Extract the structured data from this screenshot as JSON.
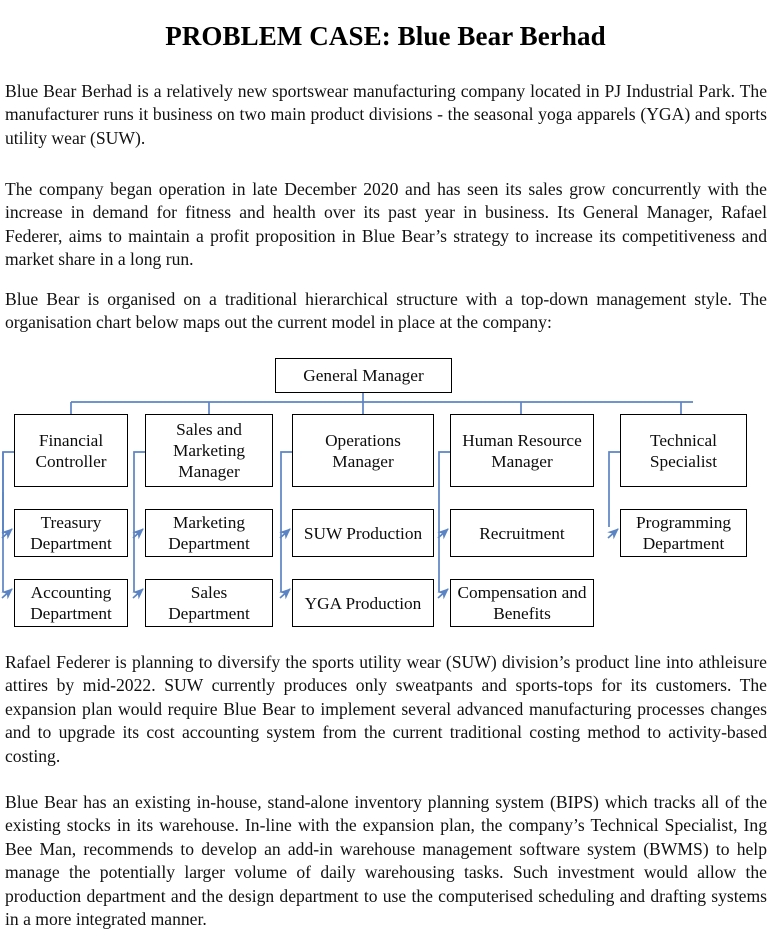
{
  "document": {
    "title": "PROBLEM CASE: Blue Bear Berhad",
    "paragraphs": {
      "p1": "Blue Bear Berhad is a relatively new sportswear manufacturing company located in PJ Industrial Park. The manufacturer runs it business on two main product divisions - the seasonal yoga apparels (YGA) and sports utility wear (SUW).",
      "p2": "The company began operation in late December 2020 and has seen its sales grow concurrently with the increase in demand for fitness and health over its past year in business. Its General Manager, Rafael Federer, aims to maintain a profit proposition in Blue Bear’s strategy to increase its competitiveness and market share in a long run.",
      "p3": "Blue Bear is organised on a traditional hierarchical structure with a top-down management style. The organisation chart below maps out the current model in place at the company:",
      "p4": "Rafael Federer is planning to diversify the sports utility wear (SUW) division’s product line into athleisure attires by mid-2022. SUW currently produces only sweatpants and sports-tops for its customers. The expansion plan would require Blue Bear to implement several advanced manufacturing processes changes and to upgrade its cost accounting system from the current traditional costing method to activity-based costing.",
      "p5": "Blue Bear has an existing in-house, stand-alone inventory planning system (BIPS) which tracks all of the existing stocks in its warehouse. In-line with the expansion plan, the company’s Technical Specialist, Ing Bee Man, recommends to develop an add-in warehouse management software system (BWMS) to help manage the potentially larger volume of daily warehousing tasks. Such investment would allow the production department and the design department to use the computerised scheduling and drafting systems in a more integrated manner."
    }
  },
  "org_chart": {
    "connector_color": "#5B84C4",
    "box_border_color": "#000000",
    "root": {
      "label": "General Manager"
    },
    "managers": [
      {
        "id": "financial-controller",
        "label": "Financial Controller"
      },
      {
        "id": "sales-marketing-manager",
        "label": "Sales and Marketing Manager"
      },
      {
        "id": "operations-manager",
        "label": "Operations Manager"
      },
      {
        "id": "human-resource-manager",
        "label": "Human Resource Manager"
      },
      {
        "id": "technical-specialist",
        "label": "Technical Specialist"
      }
    ],
    "departments": {
      "financial_controller": [
        {
          "id": "treasury-department",
          "label": "Treasury Department"
        },
        {
          "id": "accounting-department",
          "label": "Accounting Department"
        }
      ],
      "sales_marketing_manager": [
        {
          "id": "marketing-department",
          "label": "Marketing Department"
        },
        {
          "id": "sales-department",
          "label": "Sales Department"
        }
      ],
      "operations_manager": [
        {
          "id": "suw-production",
          "label": "SUW Production"
        },
        {
          "id": "yga-production",
          "label": "YGA Production"
        }
      ],
      "human_resource_manager": [
        {
          "id": "recruitment",
          "label": "Recruitment"
        },
        {
          "id": "compensation-benefits",
          "label": "Compensation and Benefits"
        }
      ],
      "technical_specialist": [
        {
          "id": "programming-department",
          "label": "Programming Department"
        }
      ]
    }
  }
}
